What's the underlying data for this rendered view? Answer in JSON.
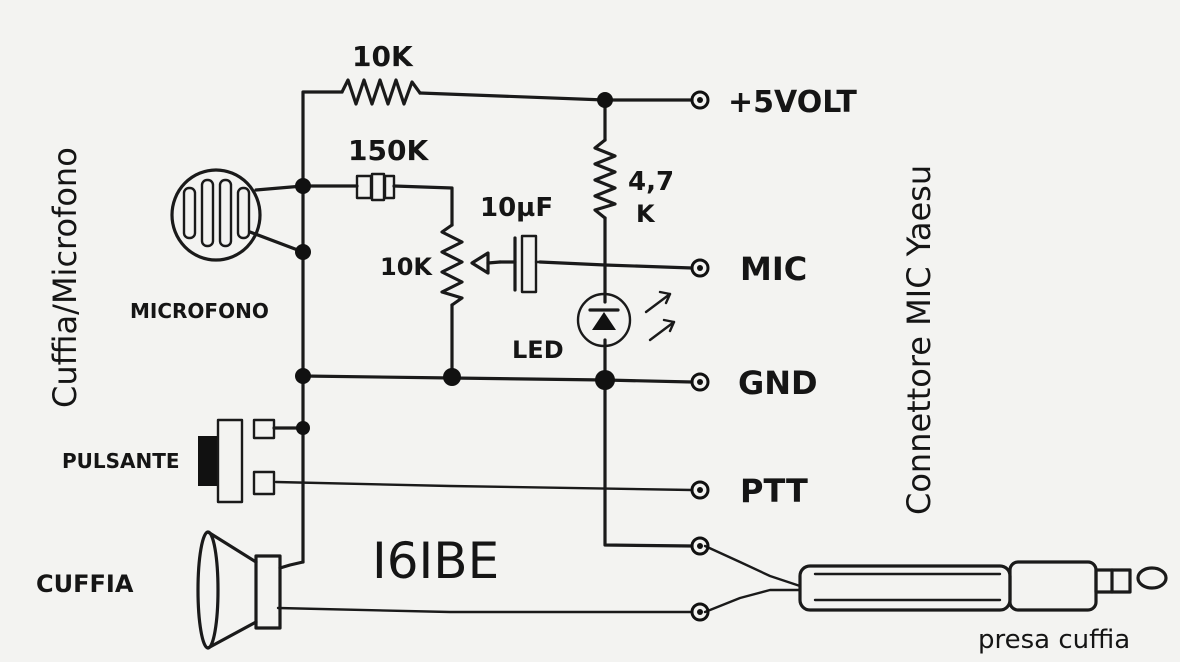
{
  "labels": {
    "r_top": "10K",
    "r_150": "150K",
    "r_47": "4,7",
    "r_47_unit": "K",
    "cap": "10µF",
    "pot": "10K",
    "led": "LED",
    "microfono": "MICROFONO",
    "pulsante": "PULSANTE",
    "cuffia": "CUFFIA",
    "author": "I6IBE",
    "presa": "presa cuffia",
    "left_title": "Cuffia/Microfono",
    "right_title": "Connettore MIC Yaesu"
  },
  "terminals": {
    "v5": "+5VOLT",
    "mic": "MIC",
    "gnd": "GND",
    "ptt": "PTT"
  }
}
